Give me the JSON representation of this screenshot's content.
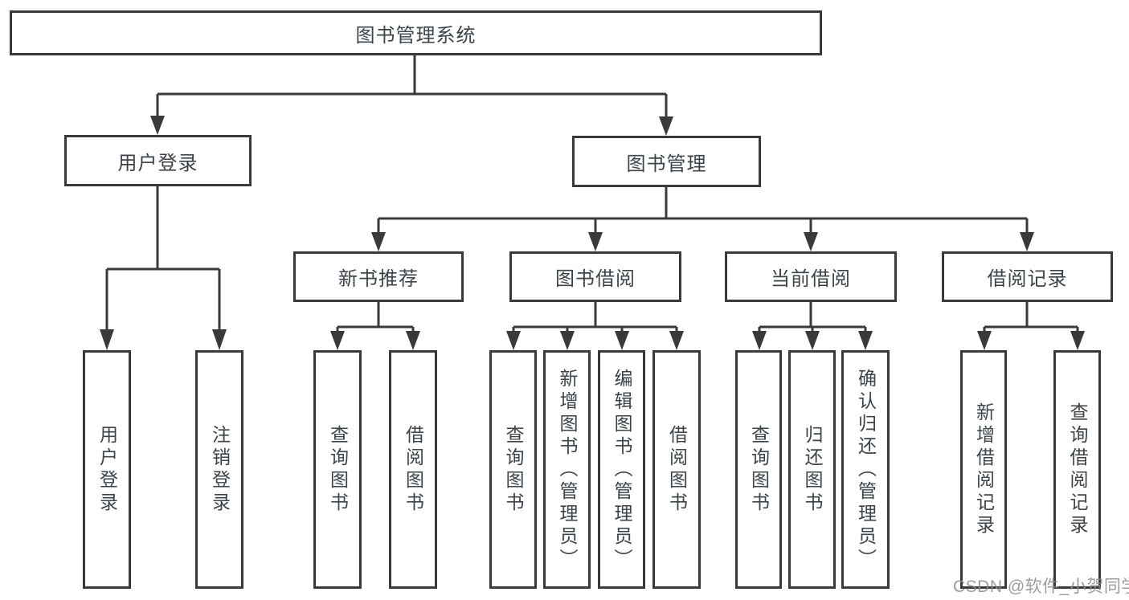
{
  "diagram": {
    "root": {
      "label": "图书管理系统"
    },
    "level2": [
      {
        "label": "用户登录"
      },
      {
        "label": "图书管理"
      }
    ],
    "level3": [
      {
        "label": "新书推荐"
      },
      {
        "label": "图书借阅"
      },
      {
        "label": "当前借阅"
      },
      {
        "label": "借阅记录"
      }
    ],
    "leaves": [
      {
        "label": "用户登录"
      },
      {
        "label": "注销登录"
      },
      {
        "label": "查询图书"
      },
      {
        "label": "借阅图书"
      },
      {
        "label": "查询图书"
      },
      {
        "label": "新增图书（管理员）"
      },
      {
        "label": "编辑图书（管理员）"
      },
      {
        "label": "借阅图书"
      },
      {
        "label": "查询图书"
      },
      {
        "label": "归还图书"
      },
      {
        "label": "确认归还（管理员）"
      },
      {
        "label": "新增借阅记录"
      },
      {
        "label": "查询借阅记录"
      }
    ]
  },
  "watermark": {
    "text": "CSDN @软件_小贺同学"
  },
  "colors": {
    "line": "#3a3a3a",
    "text": "#3c4349",
    "box_fill": "#ffffff",
    "watermark": "#8c8c8c",
    "background": "#ffffff"
  }
}
